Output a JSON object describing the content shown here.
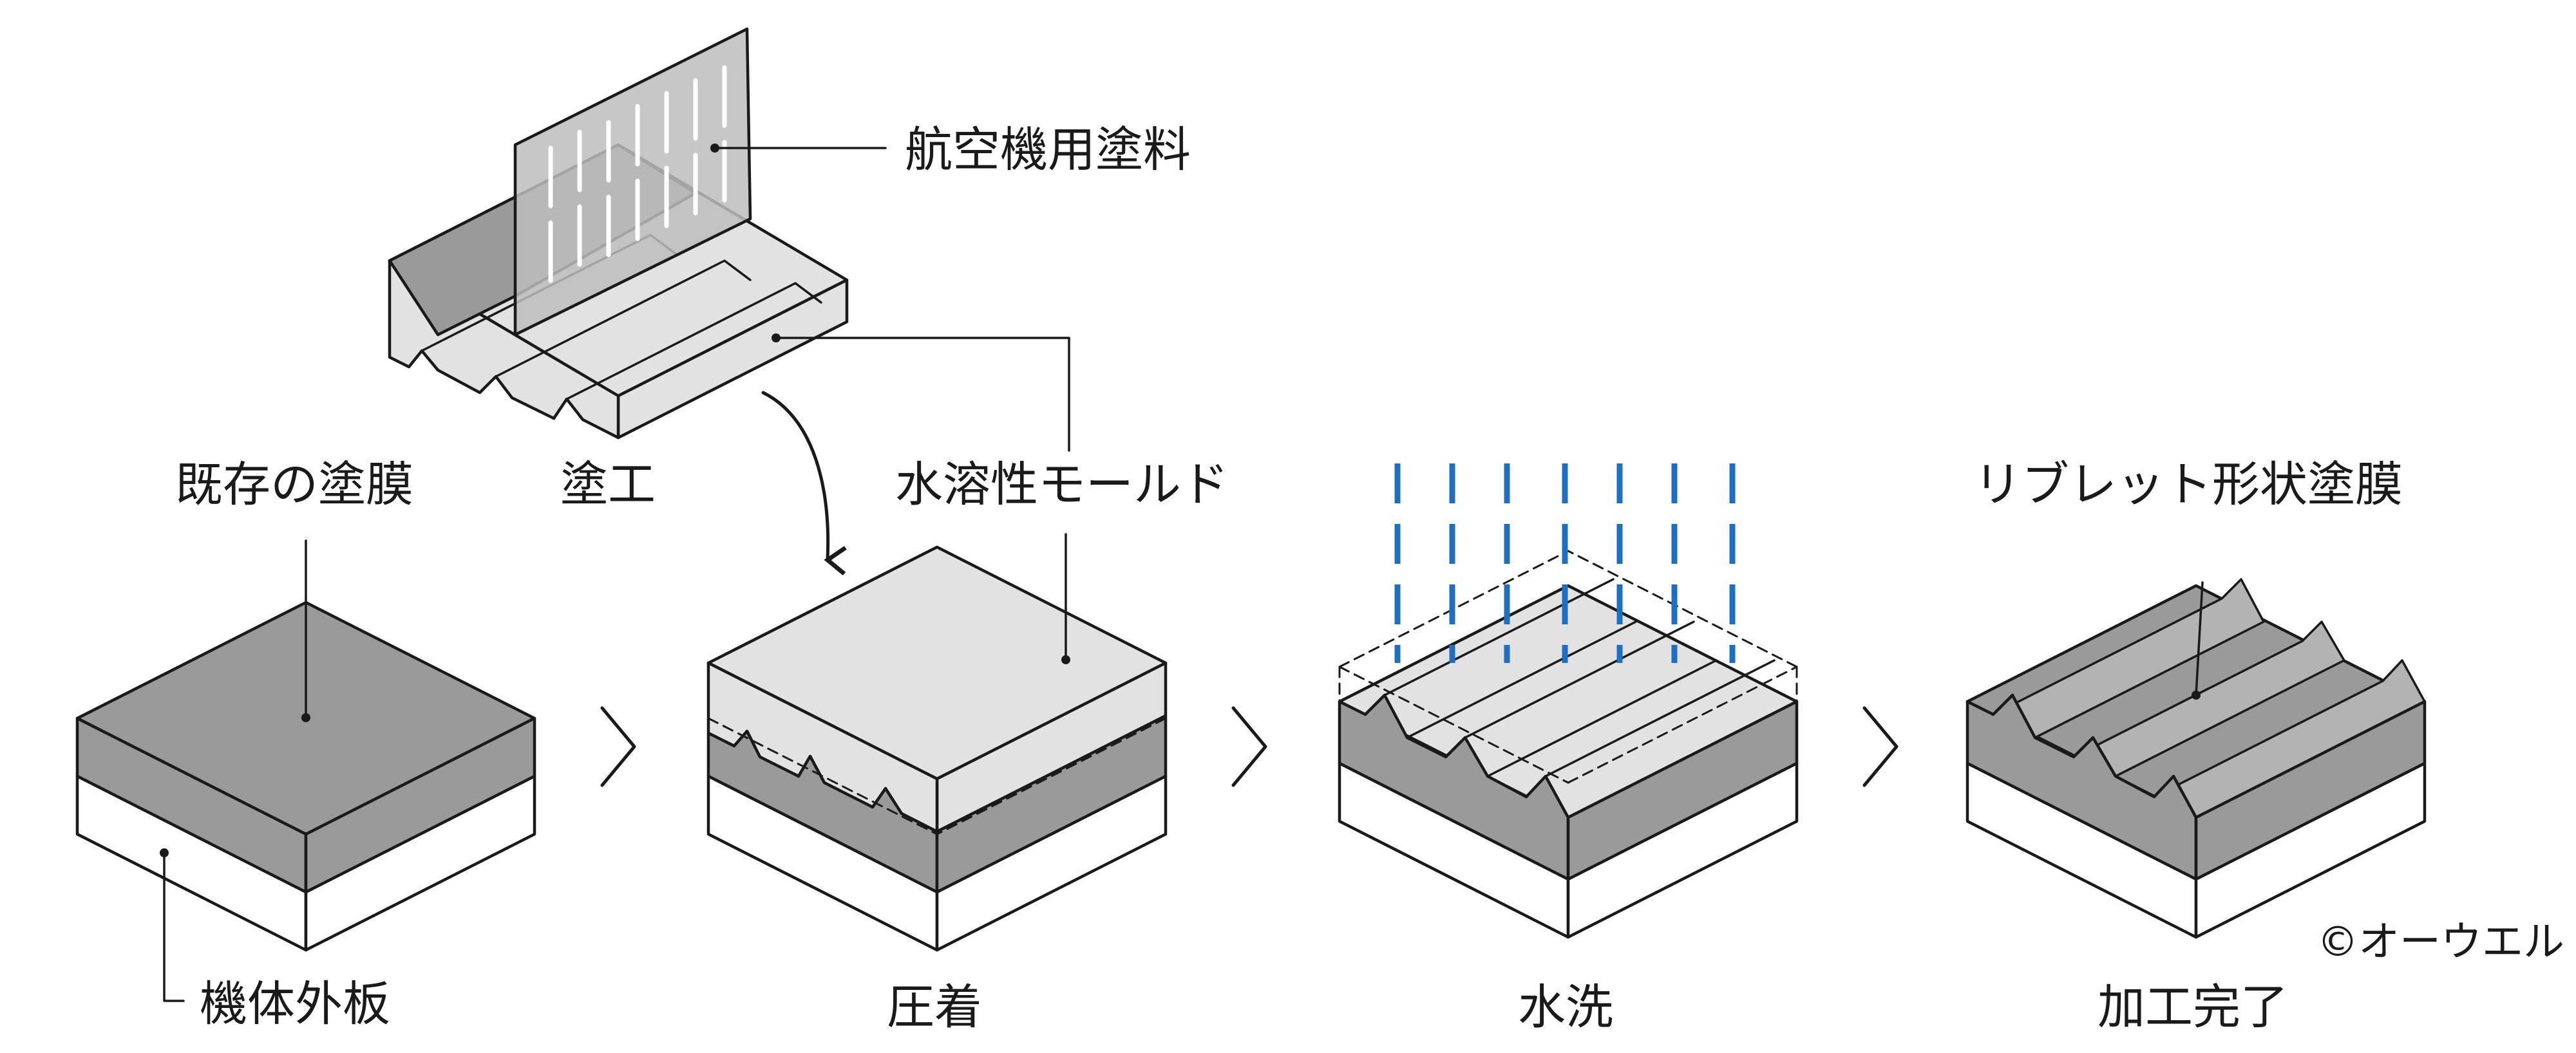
{
  "labels": {
    "aircraft_paint": "航空機用塗料",
    "coating": "塗工",
    "water_soluble_mold": "水溶性モールド",
    "existing_film": "既存の塗膜",
    "fuselage_skin": "機体外板",
    "pressing": "圧着",
    "water_wash": "水洗",
    "riblet_film": "リブレット形状塗膜",
    "complete": "加工完了"
  },
  "copyright": "©オーウエル",
  "colors": {
    "line": "#1a1a1a",
    "dark_gray": "#9a9a9a",
    "light_gray": "#e2e2e2",
    "paint_sheet": "#bdbdbd",
    "white": "#ffffff",
    "water": "#1f6fc0"
  }
}
